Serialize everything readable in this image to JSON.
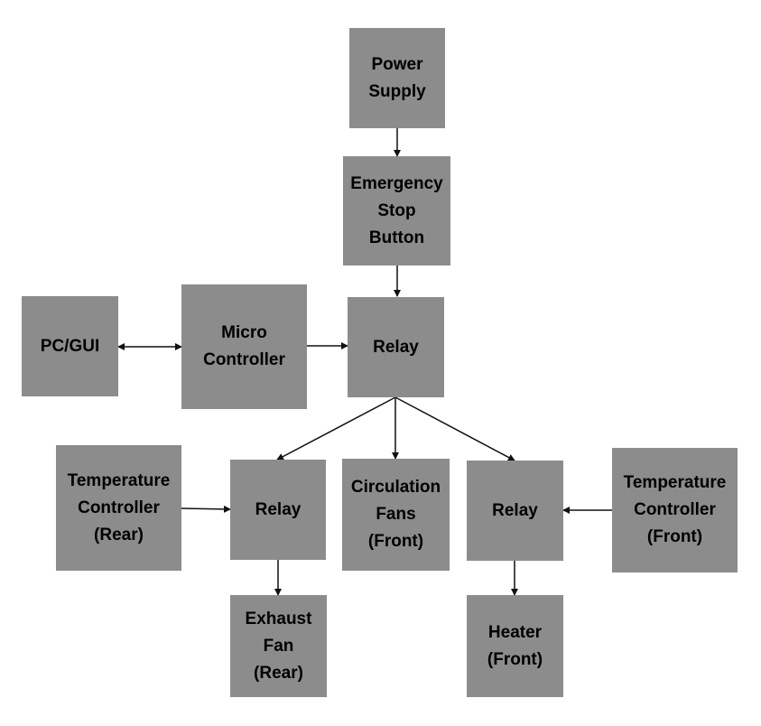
{
  "diagram": {
    "colors": {
      "box_fill": "#8c8c8c",
      "text": "#000000",
      "arrow": "#111111",
      "background": "#ffffff"
    },
    "nodes": {
      "power_supply": {
        "label": "Power\nSupply"
      },
      "emergency_stop": {
        "label": "Emergency\nStop\nButton"
      },
      "pc_gui": {
        "label": "PC/GUI"
      },
      "micro_controller": {
        "label": "Micro\nController"
      },
      "relay_main": {
        "label": "Relay"
      },
      "temp_controller_rear": {
        "label": "Temperature\nController\n(Rear)"
      },
      "relay_rear": {
        "label": "Relay"
      },
      "circulation_fans": {
        "label": "Circulation\nFans\n(Front)"
      },
      "relay_front": {
        "label": "Relay"
      },
      "temp_controller_front": {
        "label": "Temperature\nController\n(Front)"
      },
      "exhaust_fan": {
        "label": "Exhaust\nFan\n(Rear)"
      },
      "heater": {
        "label": "Heater\n(Front)"
      }
    },
    "edges": [
      {
        "from": "power_supply",
        "to": "emergency_stop",
        "direction": "forward"
      },
      {
        "from": "emergency_stop",
        "to": "relay_main",
        "direction": "forward"
      },
      {
        "from": "pc_gui",
        "to": "micro_controller",
        "direction": "both"
      },
      {
        "from": "micro_controller",
        "to": "relay_main",
        "direction": "forward"
      },
      {
        "from": "relay_main",
        "to": "relay_rear",
        "direction": "forward"
      },
      {
        "from": "relay_main",
        "to": "circulation_fans",
        "direction": "forward"
      },
      {
        "from": "relay_main",
        "to": "relay_front",
        "direction": "forward"
      },
      {
        "from": "temp_controller_rear",
        "to": "relay_rear",
        "direction": "forward"
      },
      {
        "from": "temp_controller_front",
        "to": "relay_front",
        "direction": "forward"
      },
      {
        "from": "relay_rear",
        "to": "exhaust_fan",
        "direction": "forward"
      },
      {
        "from": "relay_front",
        "to": "heater",
        "direction": "forward"
      }
    ]
  }
}
